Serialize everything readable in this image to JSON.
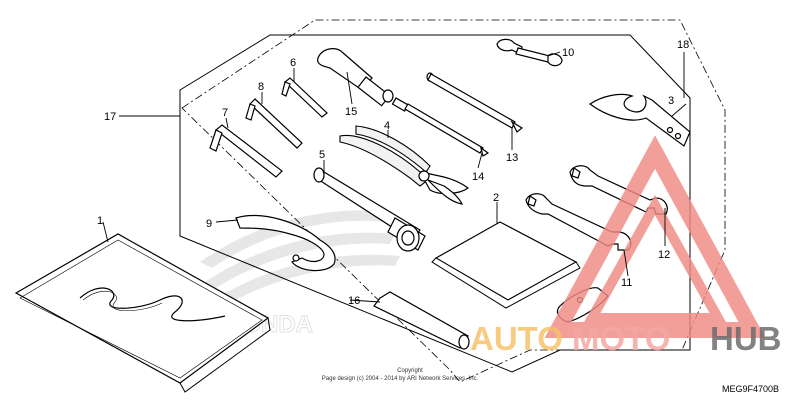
{
  "callouts": {
    "c1": "1",
    "c2": "2",
    "c3": "3",
    "c4": "4",
    "c5": "5",
    "c6": "6",
    "c7": "7",
    "c8": "8",
    "c9": "9",
    "c10": "10",
    "c11": "11",
    "c12": "12",
    "c13": "13",
    "c14": "14",
    "c15": "15",
    "c16": "16",
    "c17": "17",
    "c18": "18"
  },
  "copyright": {
    "line1": "Copyright",
    "line2": "Page design (c) 2004 - 2014 by ARI Network Services, Inc."
  },
  "diagram_code": "MEG9F4700B",
  "watermark": {
    "brand_logo": "HONDA",
    "auto": "AUTO",
    "moto": "MOTO",
    "hub": "HUB",
    "colors": {
      "triangle": "#f08a83",
      "auto": "#f6c26b",
      "moto": "#f4a7a3",
      "hub": "#6d6d6d"
    }
  }
}
